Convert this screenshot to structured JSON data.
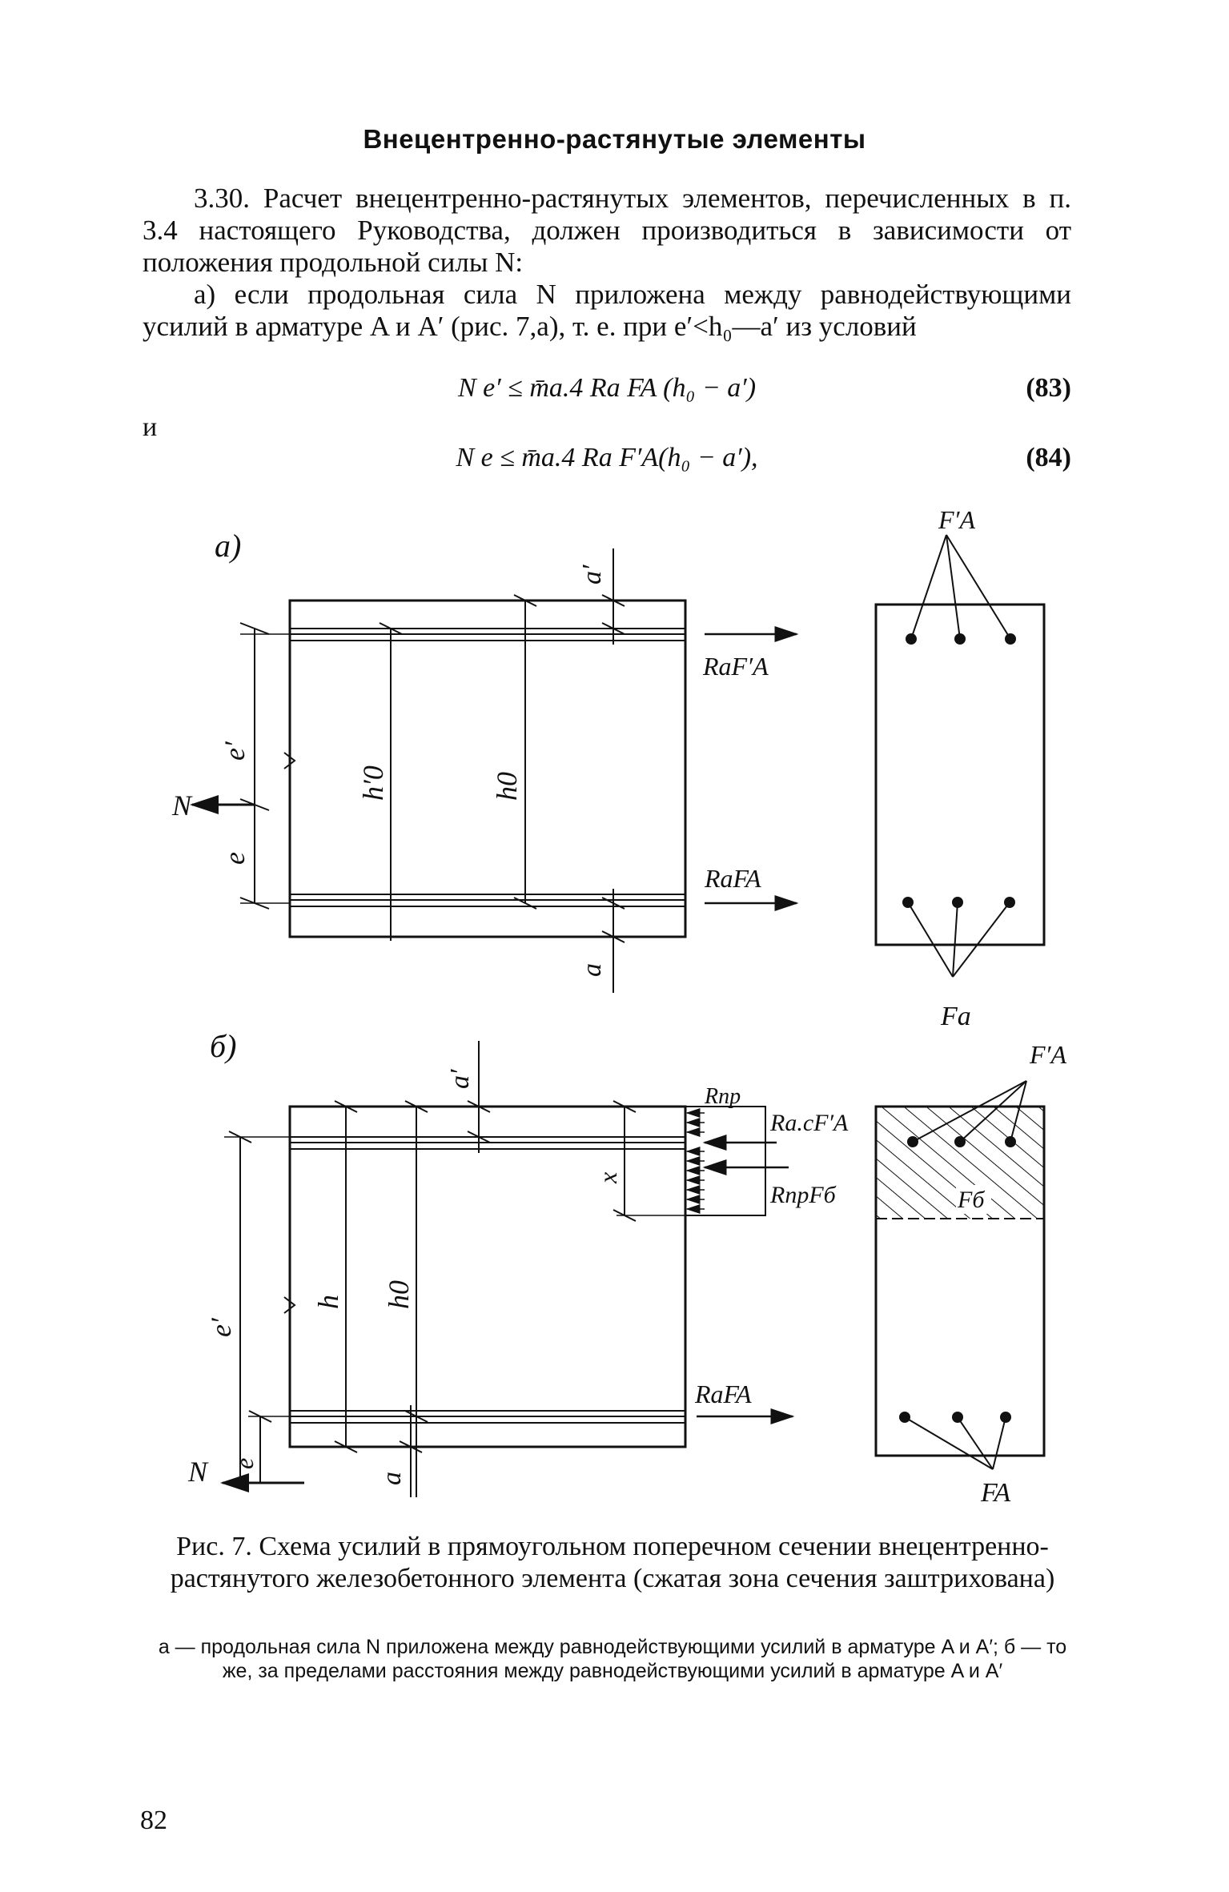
{
  "heading": "Внецентренно-растянутые элементы",
  "paragraphs": {
    "p1": "3.30. Расчет внецентренно-растянутых элементов, перечисленных в п. 3.4 настоящего Руководства, должен производиться в зависимости от положения продольной силы N:",
    "p2": "а) если продольная сила N приложена между равнодействующими усилий в арматуре A и A′ (рис. 7,а), т. е. при e′<h₀—a′ из условий"
  },
  "equations": {
    "eq83": {
      "formula": "N e′ ≤ m̄а.4 Rа FA (h₀ − a′)",
      "number": "(83)"
    },
    "connector": "и",
    "eq84": {
      "formula": "N e ≤ m̄а.4 Rа F′A(h₀ − a′),",
      "number": "(84)"
    }
  },
  "figure": {
    "a": {
      "panel_label": "а)",
      "labels": {
        "a_prime": "a′",
        "Ra_FA_prime": "RaF′A",
        "e_prime": "e′",
        "h0_prime": "h′0",
        "h0": "h0",
        "N": "N",
        "e": "e",
        "Ra_FA": "RaFA",
        "a": "a",
        "FA_prime": "F′A",
        "Fa": "Fa"
      }
    },
    "b": {
      "panel_label": "б)",
      "labels": {
        "a_prime": "a′",
        "Rpr_top": "Rпр",
        "Rac_FA_prime": "Ra.cF′A",
        "x": "x",
        "Rpr_Fb": "RпрFб",
        "h": "h",
        "h0": "h0",
        "e_prime": "e′",
        "Ra_FA": "RaFA",
        "e": "e",
        "a": "a",
        "N": "N",
        "FA_prime": "F′A",
        "Fb": "Fб",
        "FA": "FA"
      }
    }
  },
  "caption": "Рис. 7. Схема усилий в прямоугольном поперечном сечении внецентренно-растянутого железобетонного элемента (сжатая зона сечения заштрихована)",
  "legend": "а — продольная сила N приложена между равнодействующими усилий в арматуре A и A′; б — то же, за пределами расстояния между равнодействующими усилий в арматуре A и A′",
  "page_number": "82",
  "colors": {
    "ink": "#111111",
    "paper": "#ffffff"
  }
}
